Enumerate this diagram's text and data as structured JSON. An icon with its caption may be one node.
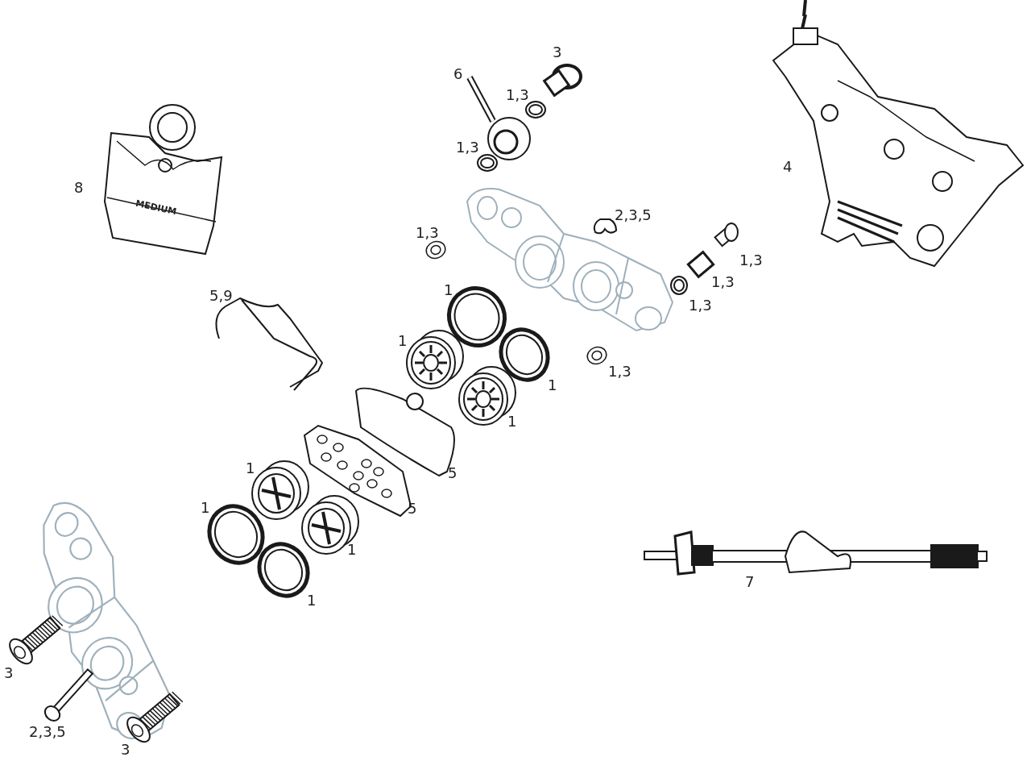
{
  "diagram": {
    "labels": [
      "3",
      "6",
      "1,3",
      "1,3",
      "4",
      "8",
      "MEDIUM",
      "2,3,5",
      "1,3",
      "1,3",
      "1,3",
      "5,9",
      "1",
      "1,3",
      "1",
      "1,3",
      "1",
      "1",
      "5",
      "1",
      "1",
      "5",
      "1",
      "7",
      "1",
      "3",
      "2,3,5",
      "3"
    ]
  }
}
